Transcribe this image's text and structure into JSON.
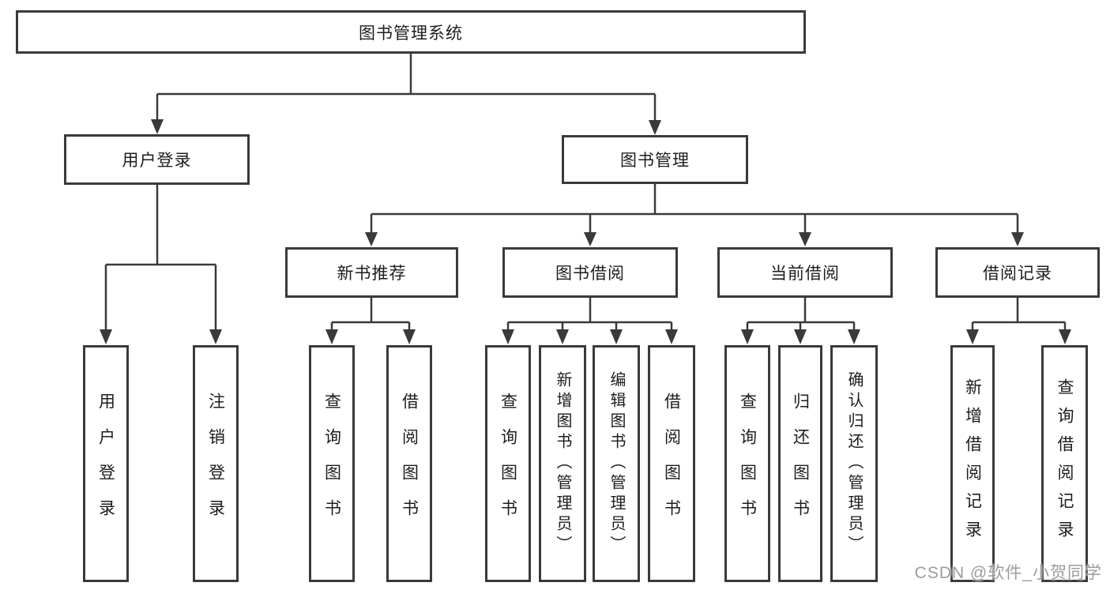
{
  "title": "图书管理系统",
  "colors": {
    "background": "#ffffff",
    "box_border": "#3a3a3a",
    "connector_line": "#3a3a3a",
    "text": "#1d1d1d",
    "watermark": "#949494"
  },
  "watermark": {
    "text": "CSDN @软件_小贺同学"
  },
  "nodes": {
    "root": {
      "label": "图书管理系统"
    },
    "user_login": {
      "label": "用户登录"
    },
    "book_mgmt": {
      "label": "图书管理"
    },
    "leaf_user_login": {
      "label": "用户登录"
    },
    "leaf_logout": {
      "label": "注销登录"
    },
    "new_book_rec": {
      "label": "新书推荐"
    },
    "book_borrow": {
      "label": "图书借阅"
    },
    "current_borrow": {
      "label": "当前借阅"
    },
    "borrow_records": {
      "label": "借阅记录"
    },
    "nbr_query": {
      "label": "查询图书"
    },
    "nbr_borrow": {
      "label": "借阅图书"
    },
    "bb_query": {
      "label": "查询图书"
    },
    "bb_add": {
      "label": "新增图书（管理员）"
    },
    "bb_edit": {
      "label": "编辑图书（管理员）"
    },
    "bb_borrow": {
      "label": "借阅图书"
    },
    "cb_query": {
      "label": "查询图书"
    },
    "cb_return": {
      "label": "归还图书"
    },
    "cb_confirm": {
      "label": "确认归还（管理员）"
    },
    "br_add": {
      "label": "新增借阅记录"
    },
    "br_query": {
      "label": "查询借阅记录"
    }
  },
  "hierarchy": {
    "label": "图书管理系统",
    "children": [
      {
        "label": "用户登录",
        "children": [
          {
            "label": "用户登录"
          },
          {
            "label": "注销登录"
          }
        ]
      },
      {
        "label": "图书管理",
        "children": [
          {
            "label": "新书推荐",
            "children": [
              {
                "label": "查询图书"
              },
              {
                "label": "借阅图书"
              }
            ]
          },
          {
            "label": "图书借阅",
            "children": [
              {
                "label": "查询图书"
              },
              {
                "label": "新增图书（管理员）"
              },
              {
                "label": "编辑图书（管理员）"
              },
              {
                "label": "借阅图书"
              }
            ]
          },
          {
            "label": "当前借阅",
            "children": [
              {
                "label": "查询图书"
              },
              {
                "label": "归还图书"
              },
              {
                "label": "确认归还（管理员）"
              }
            ]
          },
          {
            "label": "借阅记录",
            "children": [
              {
                "label": "新增借阅记录"
              },
              {
                "label": "查询借阅记录"
              }
            ]
          }
        ]
      }
    ]
  }
}
